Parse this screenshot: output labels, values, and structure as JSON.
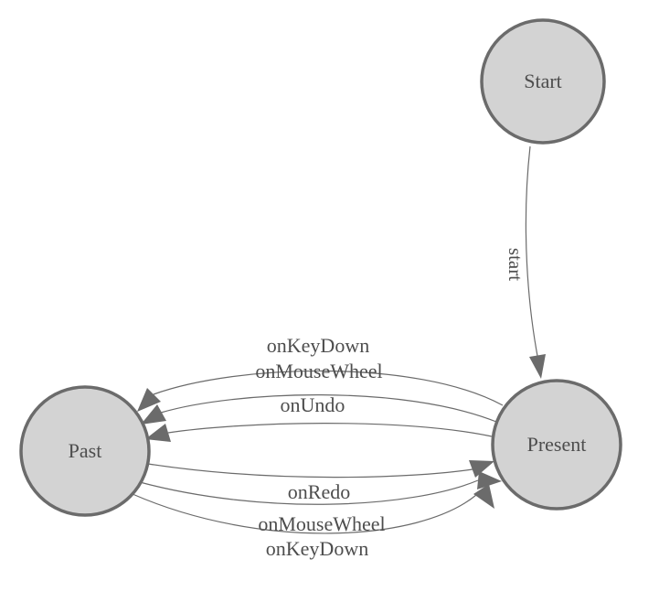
{
  "diagram": {
    "type": "state-diagram",
    "background_color": "#ffffff",
    "colors": {
      "node_fill": "#d3d3d3",
      "node_border": "#6b6b6b",
      "edge_line": "#6b6b6b",
      "arrowhead": "#6b6b6b",
      "label_text": "#4d4d4d"
    },
    "nodes": [
      {
        "id": "start",
        "label": "Start"
      },
      {
        "id": "past",
        "label": "Past"
      },
      {
        "id": "present",
        "label": "Present"
      }
    ],
    "edges": [
      {
        "from": "start",
        "to": "present",
        "label": "start"
      },
      {
        "from": "present",
        "to": "past",
        "label": "onKeyDown"
      },
      {
        "from": "present",
        "to": "past",
        "label": "onMouseWheel"
      },
      {
        "from": "present",
        "to": "past",
        "label": "onUndo"
      },
      {
        "from": "past",
        "to": "present",
        "label": "onRedo"
      },
      {
        "from": "past",
        "to": "present",
        "label": "onMouseWheel"
      },
      {
        "from": "past",
        "to": "present",
        "label": "onKeyDown"
      }
    ]
  }
}
